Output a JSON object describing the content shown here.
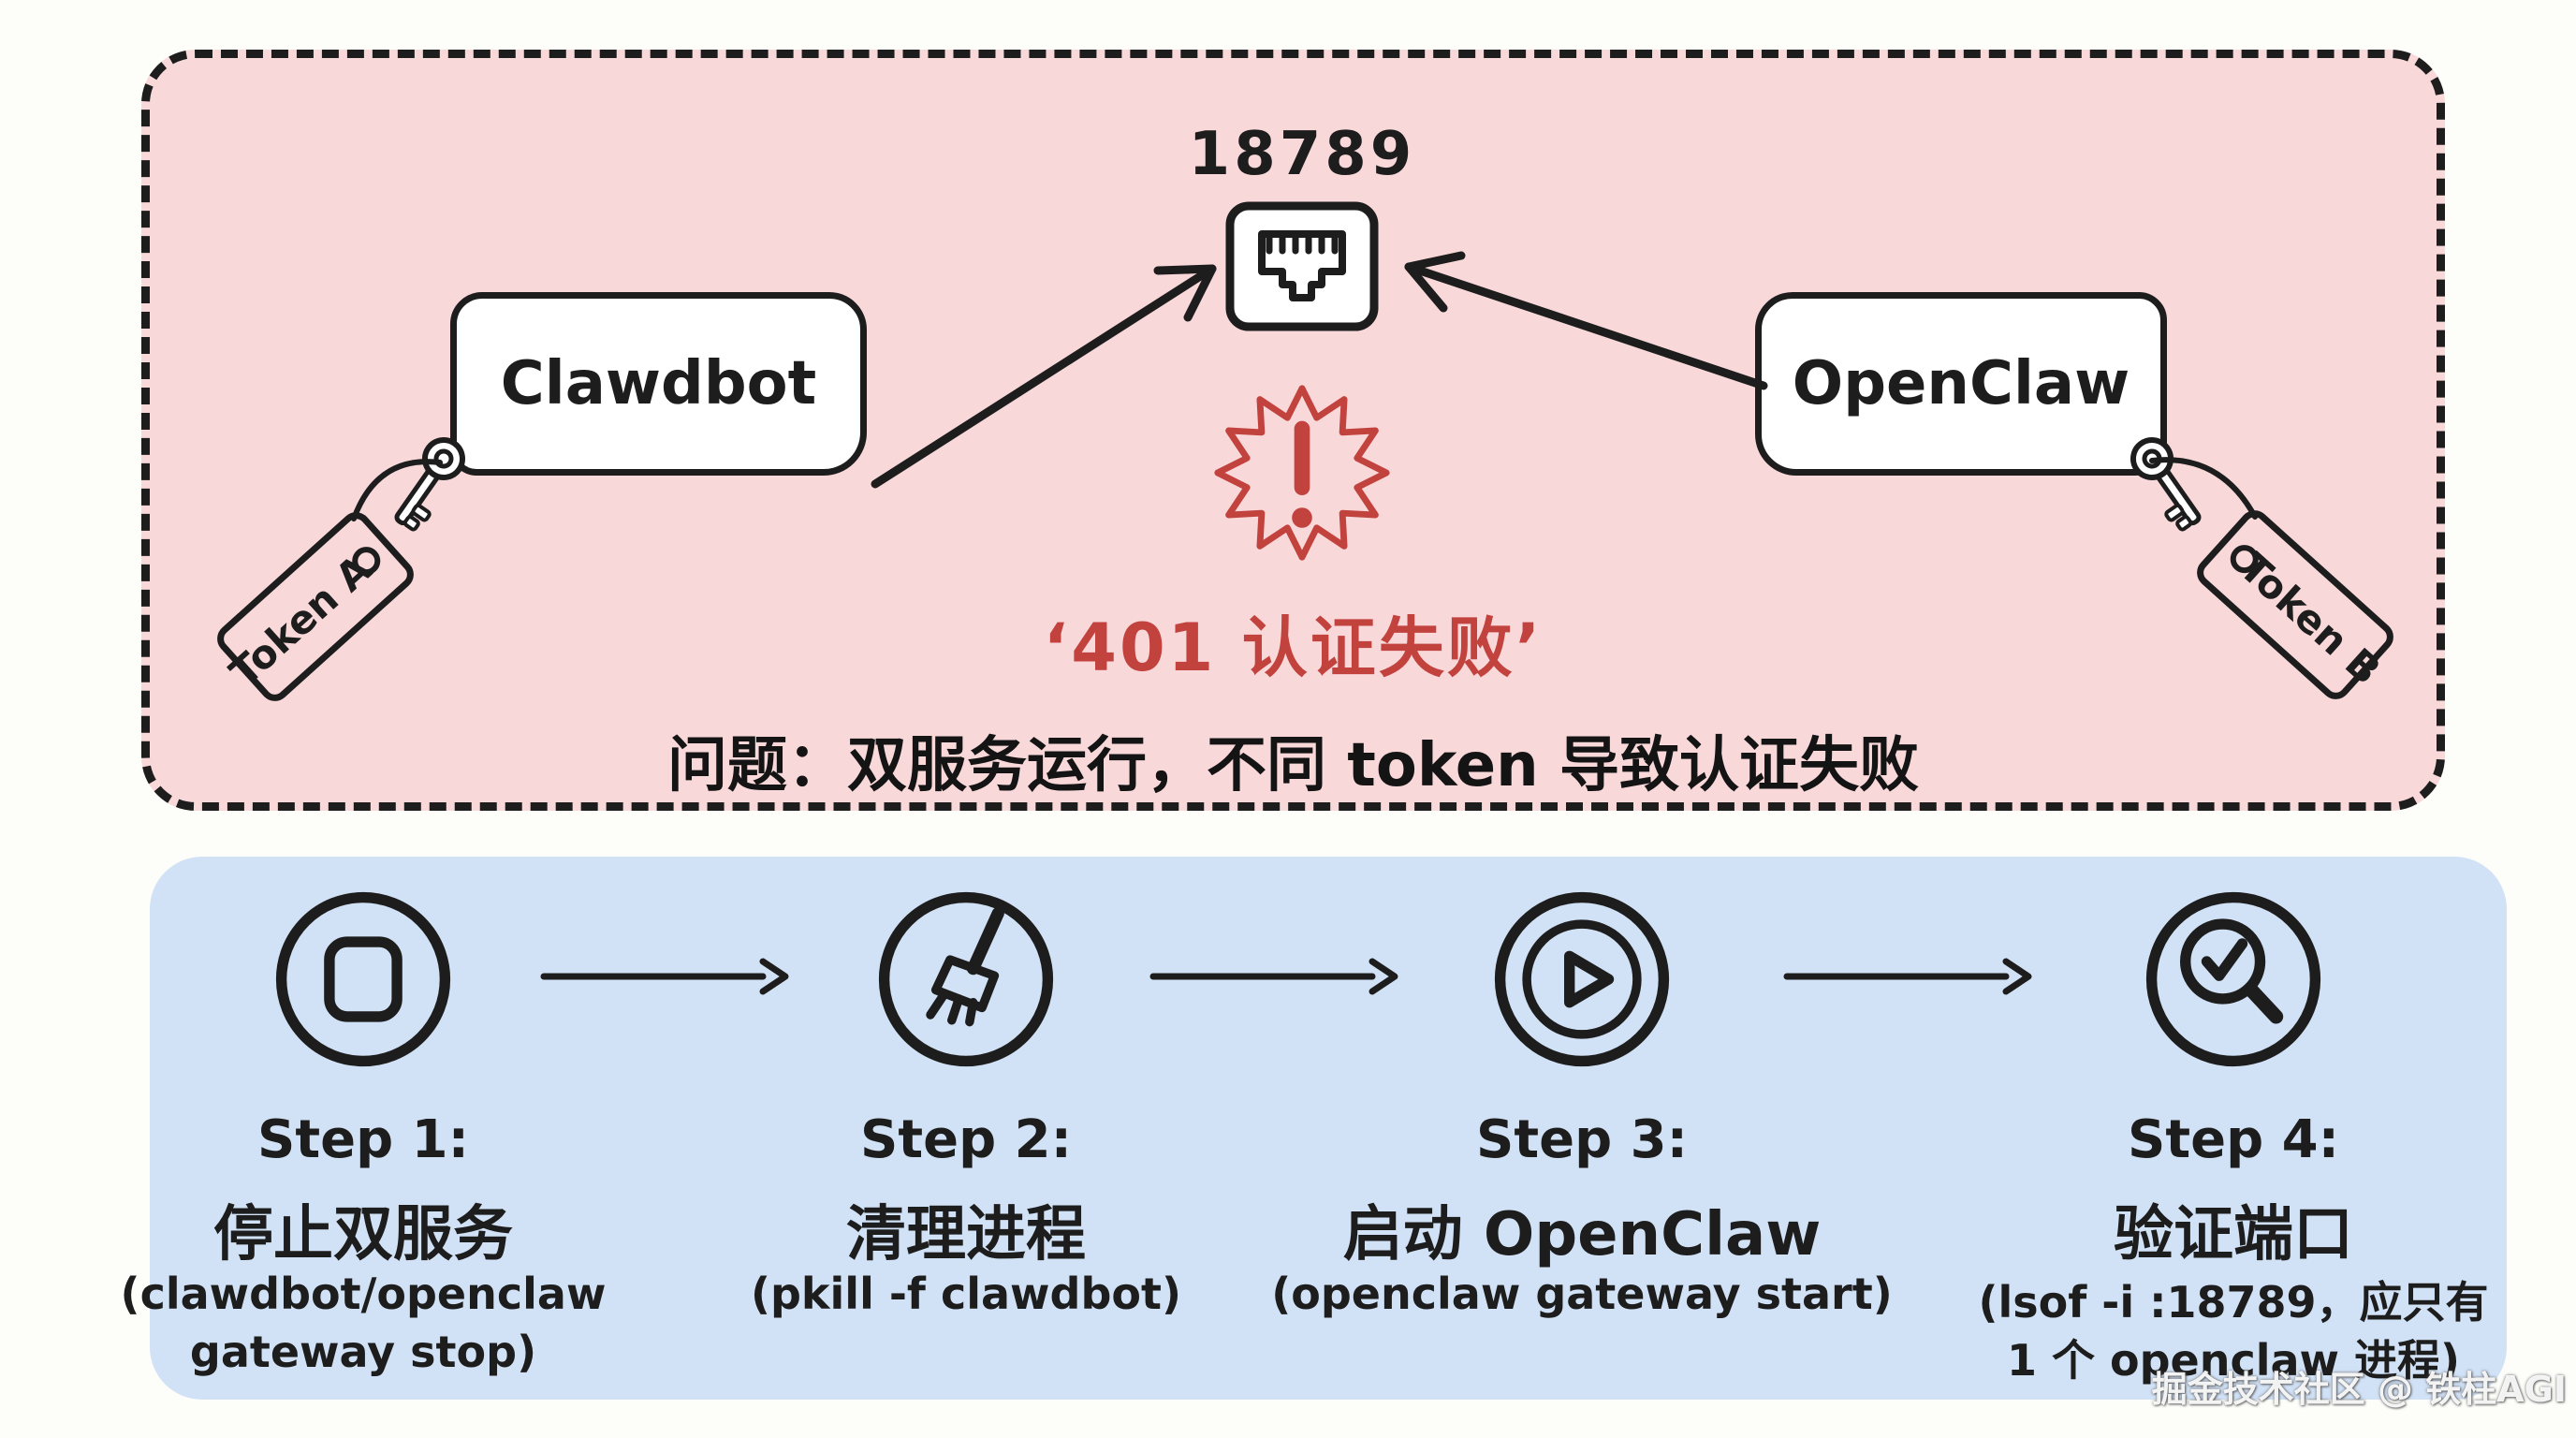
{
  "problem_panel": {
    "port_label": "18789",
    "alert_text": "‘401 认证失败’",
    "caption": "问题：双服务运行，不同 token 导致认证失败",
    "services": [
      {
        "name": "Clawdbot",
        "token_tag": "Token A"
      },
      {
        "name": "OpenClaw",
        "token_tag": "Token B"
      }
    ],
    "icons": [
      "ethernet-port-icon",
      "key-icon",
      "token-tag",
      "alert-burst-icon",
      "arrow-icon"
    ]
  },
  "solution_panel": {
    "steps": [
      {
        "icon": "stop-icon",
        "label": "Step 1:",
        "title": "停止双服务",
        "cmd_line1": "(clawdbot/openclaw",
        "cmd_line2": "gateway stop)"
      },
      {
        "icon": "broom-icon",
        "label": "Step 2:",
        "title": "清理进程",
        "cmd_line1": "(pkill -f clawdbot)",
        "cmd_line2": ""
      },
      {
        "icon": "play-icon",
        "label": "Step 3:",
        "title": "启动 OpenClaw",
        "cmd_line1": "(openclaw gateway start)",
        "cmd_line2": ""
      },
      {
        "icon": "magnifier-check-icon",
        "label": "Step 4:",
        "title": "验证端口",
        "cmd_line1": "(lsof -i :18789，应只有",
        "cmd_line2": "1 个 openclaw 进程)"
      }
    ]
  },
  "watermark": {
    "text": "掘金技术社区 @ 铁柱AGI"
  },
  "colors": {
    "panel_pink": "#f9d8da",
    "panel_blue": "#d2e2f6",
    "alert_red": "#c2423e",
    "ink": "#1d1d1d",
    "background": "#fdfdfa"
  }
}
